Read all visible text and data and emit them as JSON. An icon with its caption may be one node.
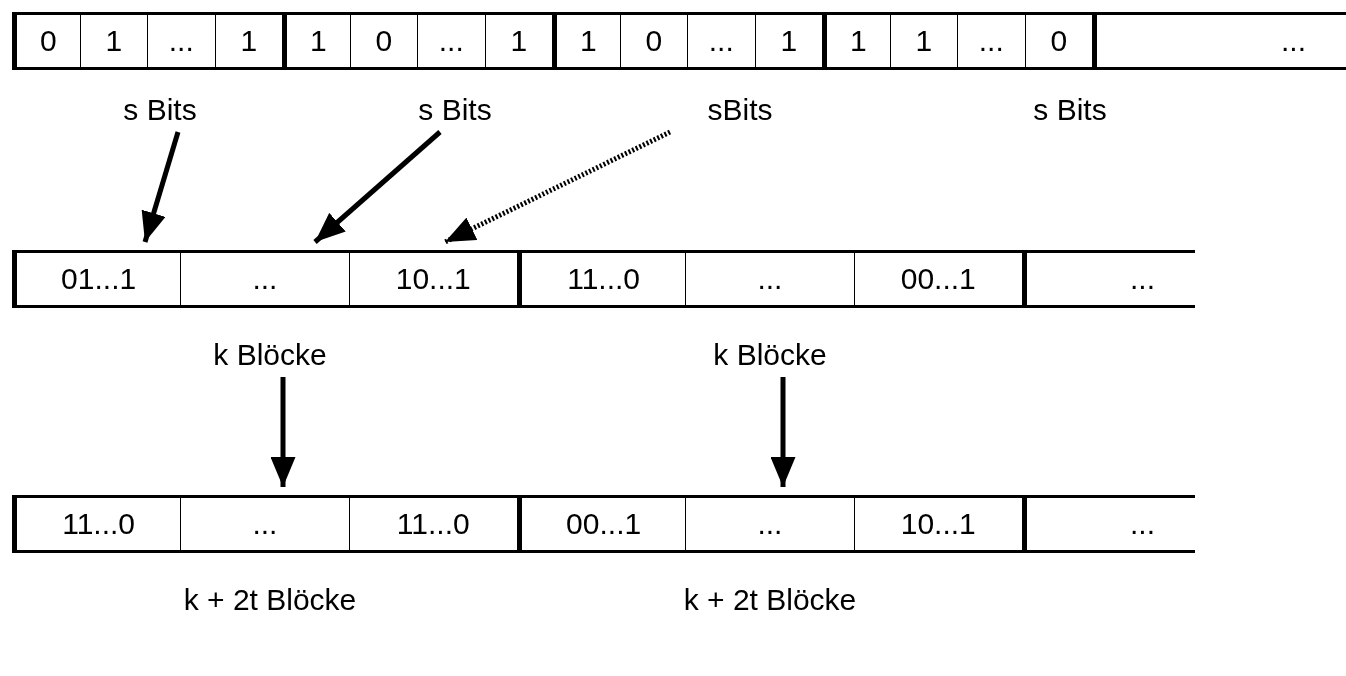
{
  "diagram": {
    "nodes": [
      {
        "text": [
          "0"
        ]
      },
      {
        "text": [
          "1"
        ]
      },
      {
        "text": [
          "..."
        ]
      },
      {
        "text": [
          "1"
        ]
      },
      {
        "text": [
          "1"
        ]
      },
      {
        "text": [
          "0"
        ]
      },
      {
        "text": [
          "..."
        ]
      },
      {
        "text": [
          "1"
        ]
      },
      {
        "text": [
          "1"
        ]
      },
      {
        "text": [
          "0"
        ]
      },
      {
        "text": [
          "..."
        ]
      },
      {
        "text": [
          "1"
        ]
      },
      {
        "text": [
          "1"
        ]
      },
      {
        "text": [
          "1"
        ]
      },
      {
        "text": [
          "..."
        ]
      },
      {
        "text": [
          "0"
        ]
      },
      {
        "text": [
          "..."
        ]
      },
      {
        "text": [
          "s Bits"
        ]
      },
      {
        "text": [
          "s Bits"
        ]
      },
      {
        "text": [
          "sBits"
        ]
      },
      {
        "text": [
          "01...1"
        ]
      },
      {
        "text": [
          "..."
        ]
      },
      {
        "text": [
          "10...1"
        ]
      },
      {
        "text": [
          "11...0"
        ]
      },
      {
        "text": [
          "..."
        ]
      },
      {
        "text": [
          "00...1"
        ]
      },
      {
        "text": [
          "..."
        ]
      },
      {
        "text": [
          "k Blöcke"
        ]
      },
      {
        "text": [
          "k Blöcke"
        ]
      },
      {
        "text": [
          "11...0"
        ]
      },
      {
        "text": [
          "..."
        ]
      },
      {
        "text": [
          "11...0"
        ]
      },
      {
        "text": [
          "00...1"
        ]
      },
      {
        "text": [
          "..."
        ]
      },
      {
        "text": [
          "10...1"
        ]
      },
      {
        "text": [
          "..."
        ]
      }
    ],
    "edges": [
      {
        "from": 17,
        "to": 20,
        "arrow": "to"
      },
      {
        "from": 18,
        "to": 21,
        "arrow": "to"
      },
      {
        "from": 19,
        "to": 22,
        "arrow": "to",
        "style": "dashed"
      },
      {
        "from": 27,
        "to": 30,
        "arrow": "to"
      },
      {
        "from": 28,
        "to": 33,
        "arrow": "to"
      }
    ],
    "labels": [
      "s Bits",
      "k + 2t Blöcke",
      "k + 2t Blöcke"
    ]
  }
}
